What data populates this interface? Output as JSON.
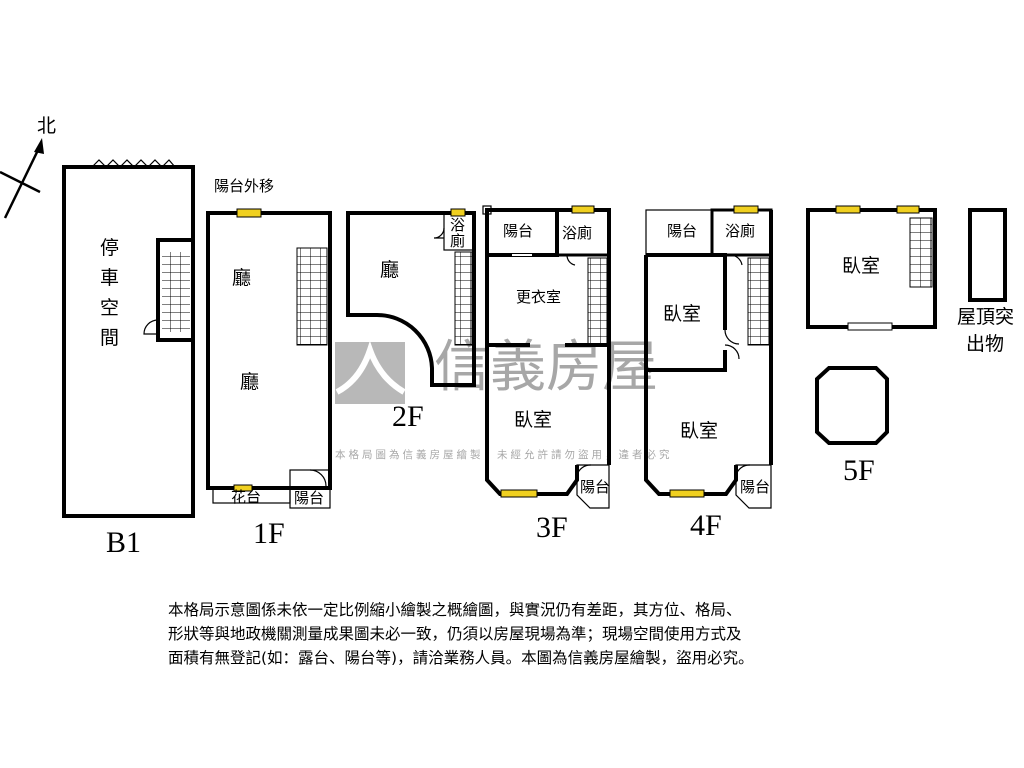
{
  "compass": {
    "north": "北"
  },
  "floors": {
    "b1": {
      "name": "B1",
      "rooms": [
        "停",
        "車",
        "空",
        "間"
      ]
    },
    "f1": {
      "name": "1F",
      "note": "陽台外移",
      "rooms": [
        "廳",
        "廳",
        "花台",
        "陽台"
      ]
    },
    "f2": {
      "name": "2F",
      "rooms": [
        "廳",
        "浴",
        "廁"
      ]
    },
    "f3": {
      "name": "3F",
      "rooms": [
        "陽台",
        "浴廁",
        "更衣室",
        "臥室",
        "陽台"
      ]
    },
    "f4": {
      "name": "4F",
      "rooms": [
        "陽台",
        "浴廁",
        "臥室",
        "臥室",
        "陽台"
      ]
    },
    "f5": {
      "name": "5F",
      "rooms": [
        "臥室"
      ]
    },
    "roof": {
      "lines": [
        "屋頂突",
        "出物"
      ]
    }
  },
  "watermark": {
    "brand": "信義房屋",
    "text": "本格局圖為信義房屋繪製，未經允許請勿盜用，違者必究"
  },
  "notes": [
    "本格局示意圖係未依一定比例縮小繪製之概繪圖，與實況仍有差距，其方位、格局、",
    "形狀等與地政機關測量成果圖未必一致，仍須以房屋現場為準；現場空間使用方式及",
    "面積有無登記(如：露台、陽台等)，請洽業務人員。本圖為信義房屋繪製，盜用必究。"
  ],
  "colors": {
    "window": "#f0d020",
    "watermark": "#8a8a8a"
  }
}
